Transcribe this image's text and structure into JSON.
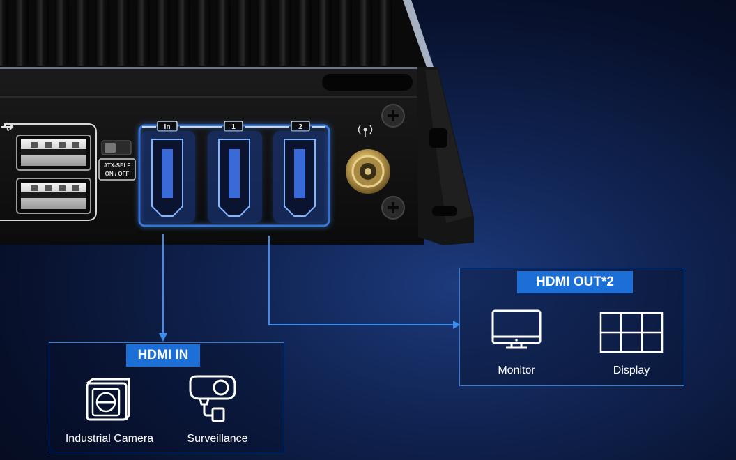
{
  "device": {
    "ports": {
      "atx_switch_label_line1": "ATX-SELF",
      "atx_switch_label_line2": "ON / OFF",
      "hdmi_port_tags": [
        "In",
        "1",
        "2"
      ]
    }
  },
  "hdmi_in": {
    "title": "HDMI IN",
    "items": [
      {
        "label": "Industrial Camera",
        "icon": "industrial-camera-icon"
      },
      {
        "label": "Surveillance",
        "icon": "surveillance-camera-icon"
      }
    ]
  },
  "hdmi_out": {
    "title": "HDMI OUT*2",
    "items": [
      {
        "label": "Monitor",
        "icon": "monitor-icon"
      },
      {
        "label": "Display",
        "icon": "display-grid-icon"
      }
    ]
  },
  "colors": {
    "accent": "#1b6fd6",
    "box_border": "#2f7fe0",
    "connector_line": "#3a8ef0",
    "port_glow": "#3f8cff"
  }
}
